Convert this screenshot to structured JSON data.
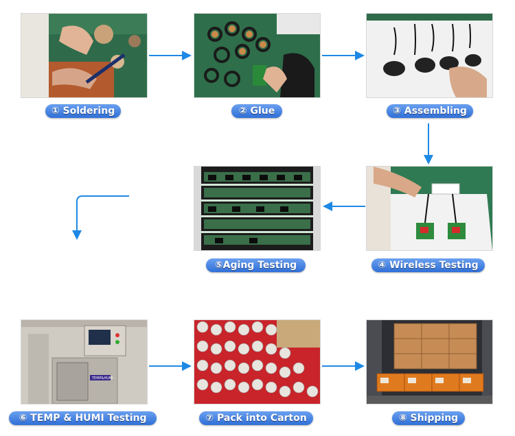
{
  "steps": [
    {
      "id": "1",
      "label": "① Soldering"
    },
    {
      "id": "2",
      "label": "② Glue"
    },
    {
      "id": "3",
      "label": "③ Assembling"
    },
    {
      "id": "4",
      "label": "④ Wireless Testing"
    },
    {
      "id": "5",
      "label": "⑤Aging Testing"
    },
    {
      "id": "6",
      "label": "⑥ TEMP & HUMI Testing"
    },
    {
      "id": "7",
      "label": "⑦ Pack into Carton"
    },
    {
      "id": "8",
      "label": "⑧ Shipping"
    }
  ],
  "machine_panel_text": "TEMP&HUMI",
  "colors": {
    "arrow": "#1e88e5",
    "label_top": "#6aa0f0",
    "label_bottom": "#2f6fd8"
  }
}
